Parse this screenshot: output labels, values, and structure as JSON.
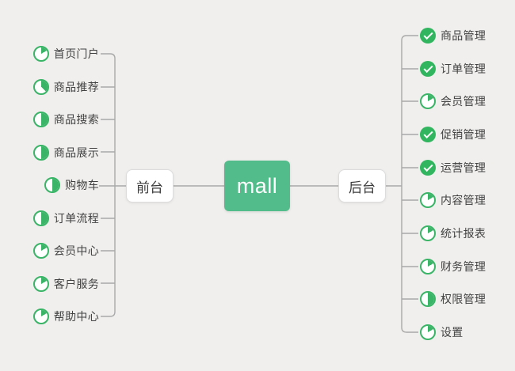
{
  "theme": {
    "background": "#f0efed",
    "line_color": "#a9a9a9",
    "root_green": "#52bd8a",
    "pie_icon_green": "#3ab467",
    "check_icon_green": "#31b65f"
  },
  "root": {
    "label": "mall"
  },
  "branches": {
    "front": {
      "label": "前台",
      "items": [
        {
          "label": "首页门户",
          "icon": "pie",
          "progress_deg": 60
        },
        {
          "label": "商品推荐",
          "icon": "pie",
          "progress_deg": 135
        },
        {
          "label": "商品搜索",
          "icon": "pie",
          "progress_deg": 180
        },
        {
          "label": "商品展示",
          "icon": "pie",
          "progress_deg": 180
        },
        {
          "label": "购物车",
          "icon": "pie",
          "progress_deg": 180
        },
        {
          "label": "订单流程",
          "icon": "pie",
          "progress_deg": 180
        },
        {
          "label": "会员中心",
          "icon": "pie",
          "progress_deg": 60
        },
        {
          "label": "客户服务",
          "icon": "pie",
          "progress_deg": 60
        },
        {
          "label": "帮助中心",
          "icon": "pie",
          "progress_deg": 60
        }
      ]
    },
    "back": {
      "label": "后台",
      "items": [
        {
          "label": "商品管理",
          "icon": "check"
        },
        {
          "label": "订单管理",
          "icon": "check"
        },
        {
          "label": "会员管理",
          "icon": "pie",
          "progress_deg": 60
        },
        {
          "label": "促销管理",
          "icon": "check"
        },
        {
          "label": "运营管理",
          "icon": "check"
        },
        {
          "label": "内容管理",
          "icon": "pie",
          "progress_deg": 60
        },
        {
          "label": "统计报表",
          "icon": "pie",
          "progress_deg": 60
        },
        {
          "label": "财务管理",
          "icon": "pie",
          "progress_deg": 60
        },
        {
          "label": "权限管理",
          "icon": "pie",
          "progress_deg": 180
        },
        {
          "label": "设置",
          "icon": "pie",
          "progress_deg": 60
        }
      ]
    }
  }
}
